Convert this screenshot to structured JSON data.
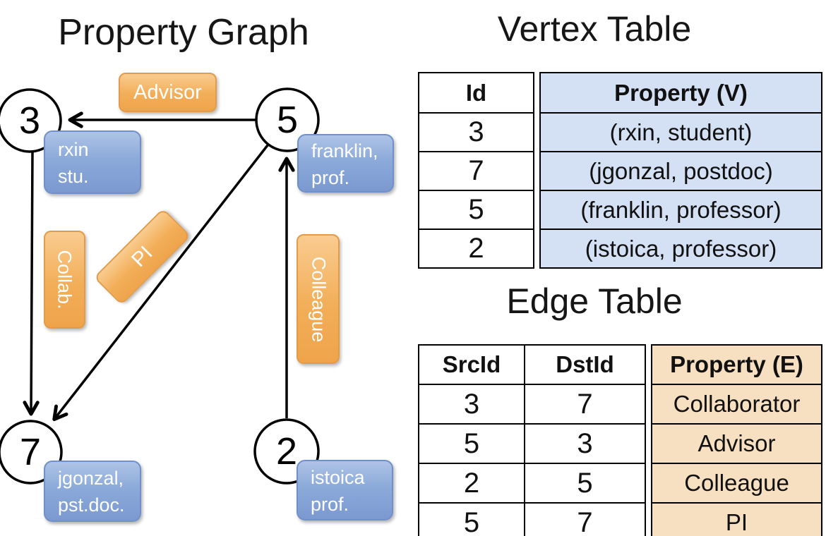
{
  "slide": {
    "left_title": "Property Graph",
    "vertex_table_title": "Vertex Table",
    "edge_table_title": "Edge Table"
  },
  "graph": {
    "nodes": [
      {
        "id": "3"
      },
      {
        "id": "5"
      },
      {
        "id": "7"
      },
      {
        "id": "2"
      }
    ],
    "vertex_boxes": [
      {
        "line1": "rxin",
        "line2": "stu."
      },
      {
        "line1": "franklin,",
        "line2": "prof."
      },
      {
        "line1": "jgonzal,",
        "line2": "pst.doc."
      },
      {
        "line1": "istoica",
        "line2": "prof."
      }
    ],
    "edge_labels": {
      "advisor": "Advisor",
      "collab": "Collab.",
      "pi": "PI",
      "colleague": "Colleague"
    },
    "edges": [
      {
        "src": "5",
        "dst": "3",
        "label": "Advisor"
      },
      {
        "src": "3",
        "dst": "7",
        "label": "Collab."
      },
      {
        "src": "5",
        "dst": "7",
        "label": "PI"
      },
      {
        "src": "2",
        "dst": "5",
        "label": "Colleague"
      }
    ]
  },
  "vertex_table": {
    "headers": {
      "id": "Id",
      "property": "Property (V)"
    },
    "rows": [
      {
        "id": "3",
        "property": "(rxin, student)"
      },
      {
        "id": "7",
        "property": "(jgonzal, postdoc)"
      },
      {
        "id": "5",
        "property": "(franklin, professor)"
      },
      {
        "id": "2",
        "property": "(istoica, professor)"
      }
    ]
  },
  "edge_table": {
    "headers": {
      "src": "SrcId",
      "dst": "DstId",
      "property": "Property (E)"
    },
    "rows": [
      {
        "src": "3",
        "dst": "7",
        "property": "Collaborator"
      },
      {
        "src": "5",
        "dst": "3",
        "property": "Advisor"
      },
      {
        "src": "2",
        "dst": "5",
        "property": "Colleague"
      },
      {
        "src": "5",
        "dst": "7",
        "property": "PI"
      }
    ]
  },
  "colors": {
    "edge_label_fill": "#F2AE58",
    "edge_label_border": "#E29B49",
    "vertex_box_fill": "#8BAAD9",
    "vertex_box_border": "#6F90C8",
    "vertex_cell_fill": "#D4E0F3",
    "edge_cell_fill": "#F7DFC2",
    "line_color": "#000000"
  }
}
